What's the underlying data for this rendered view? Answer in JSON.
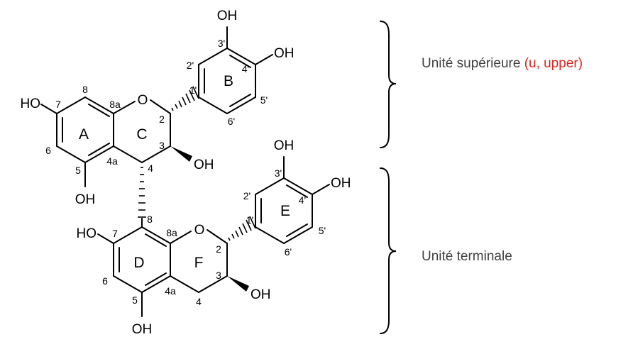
{
  "labels": {
    "upper_unit": "Unité supérieure",
    "upper_unit_note": "(u, upper)",
    "terminal_unit": "Unité terminale"
  },
  "atoms": {
    "oh": "OH",
    "ho": "HO",
    "o": "O"
  },
  "rings": {
    "a": "A",
    "b": "B",
    "c": "C",
    "d": "D",
    "e": "E",
    "f": "F"
  },
  "positions": {
    "p2": "2",
    "p3": "3",
    "p4": "4",
    "p4a": "4a",
    "p5": "5",
    "p6": "6",
    "p7": "7",
    "p8": "8",
    "p8a": "8a",
    "p1p": "1'",
    "p2p": "2'",
    "p3p": "3'",
    "p4p": "4'",
    "p5p": "5'",
    "p6p": "6'"
  },
  "colors": {
    "accent": "#e02020",
    "text": "#404040",
    "bond": "#000000"
  }
}
